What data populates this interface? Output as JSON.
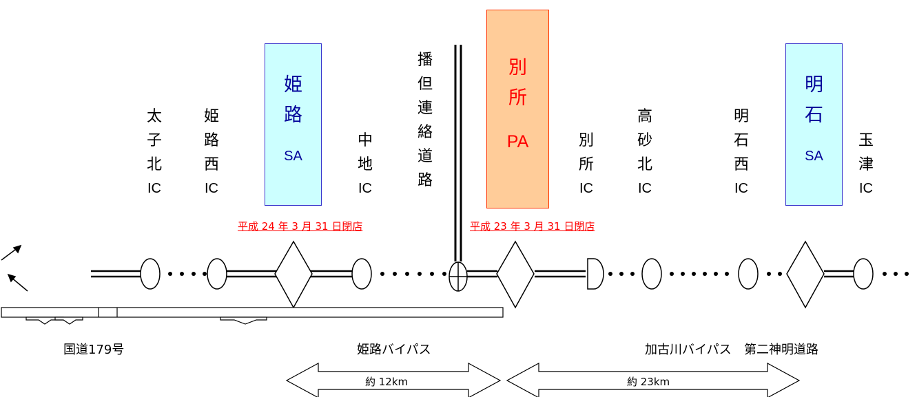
{
  "interchanges": [
    {
      "chars": [
        "太",
        "子",
        "北"
      ],
      "code": "IC"
    },
    {
      "chars": [
        "姫",
        "路",
        "西"
      ],
      "code": "IC"
    },
    {
      "chars": [
        "中",
        "地"
      ],
      "code": "IC"
    },
    {
      "chars": [
        "別",
        "所"
      ],
      "code": "IC"
    },
    {
      "chars": [
        "高",
        "砂",
        "北"
      ],
      "code": "IC"
    },
    {
      "chars": [
        "明",
        "石",
        "西"
      ],
      "code": "IC"
    },
    {
      "chars": [
        "玉",
        "津"
      ],
      "code": "IC"
    }
  ],
  "junction": {
    "chars": [
      "播",
      "但",
      "連",
      "絡",
      "道",
      "路"
    ]
  },
  "service_areas": [
    {
      "chars": [
        "姫",
        "路"
      ],
      "code": "SA"
    },
    {
      "chars": [
        "別",
        "所"
      ],
      "code": "PA"
    },
    {
      "chars": [
        "明",
        "石"
      ],
      "code": "SA"
    }
  ],
  "notes": {
    "himeji_closed": "平成 24 年 3 月 31 日閉店",
    "bessho_closed": "平成 23 年 3 月 31 日閉店"
  },
  "roads": {
    "route179": "国道179号",
    "himeji_bypass": "姫路バイパス",
    "kakogawa_bypass": "加古川バイパス",
    "second_shinmei": "第二神明道路"
  },
  "distances": {
    "left": "約 12km",
    "right": "約 23km"
  }
}
